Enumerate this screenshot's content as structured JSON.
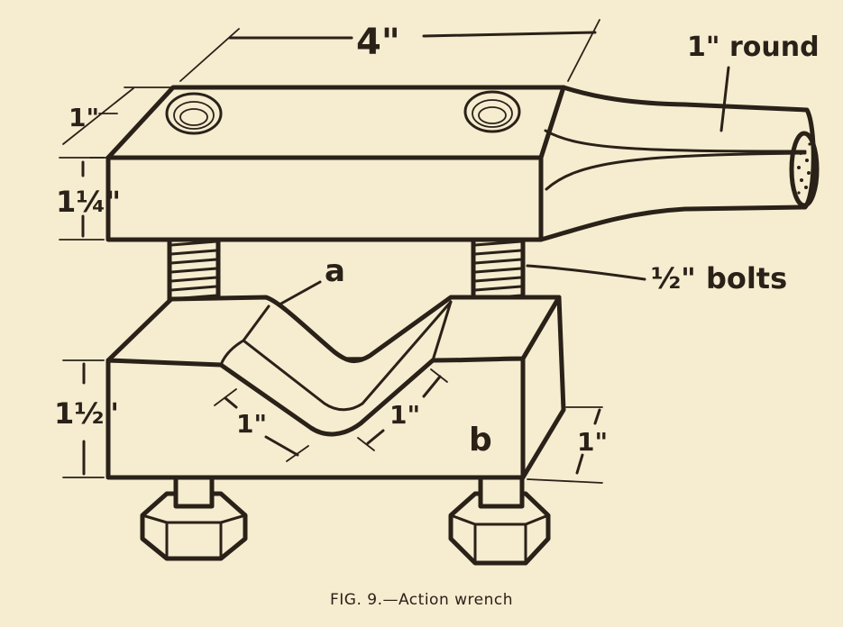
{
  "labels": {
    "length": "4\"",
    "round": "1\" round",
    "depth_top": "1\"",
    "height_top": "1¼\"",
    "bolts": "½\" bolts",
    "part_a": "a",
    "part_b": "b",
    "height_bottom": "1½\"",
    "groove_left": "1\"",
    "groove_right": "1\"",
    "depth_bottom": "1\""
  },
  "caption": "FIG. 9.—Action wrench"
}
